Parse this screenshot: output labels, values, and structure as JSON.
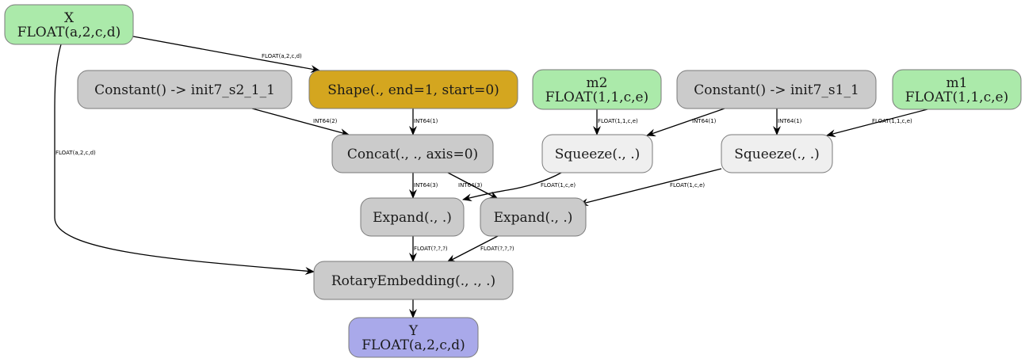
{
  "colors": {
    "input": "#abeaaa",
    "output": "#a9a9ea",
    "constant": "#cbcbcb",
    "op": "#cbcbcb",
    "shape_op": "#d4a61f",
    "squeeze": "#efefef",
    "edge": "#000000"
  },
  "nodes": {
    "x": {
      "lines": [
        "X",
        "FLOAT(a,2,c,d)"
      ],
      "kind": "input"
    },
    "const_s2": {
      "lines": [
        "Constant() -> init7_s2_1_1"
      ],
      "kind": "constant"
    },
    "shape": {
      "lines": [
        "Shape(., end=1, start=0)"
      ],
      "kind": "shape_op"
    },
    "m2": {
      "lines": [
        "m2",
        "FLOAT(1,1,c,e)"
      ],
      "kind": "input"
    },
    "const_s1": {
      "lines": [
        "Constant() -> init7_s1_1"
      ],
      "kind": "constant"
    },
    "m1": {
      "lines": [
        "m1",
        "FLOAT(1,1,c,e)"
      ],
      "kind": "input"
    },
    "concat": {
      "lines": [
        "Concat(., ., axis=0)"
      ],
      "kind": "op"
    },
    "squeeze_a": {
      "lines": [
        "Squeeze(., .)"
      ],
      "kind": "squeeze"
    },
    "squeeze_b": {
      "lines": [
        "Squeeze(., .)"
      ],
      "kind": "squeeze"
    },
    "expand_a": {
      "lines": [
        "Expand(., .)"
      ],
      "kind": "op"
    },
    "expand_b": {
      "lines": [
        "Expand(., .)"
      ],
      "kind": "op"
    },
    "rotary": {
      "lines": [
        "RotaryEmbedding(., ., .)"
      ],
      "kind": "op"
    },
    "y": {
      "lines": [
        "Y",
        "FLOAT(a,2,c,d)"
      ],
      "kind": "output"
    }
  },
  "edges": [
    {
      "id": "x-shape",
      "from": "x",
      "to": "shape",
      "label": "FLOAT(a,2,c,d)"
    },
    {
      "id": "x-rotary",
      "from": "x",
      "to": "rotary",
      "label": "FLOAT(a,2,c,d)"
    },
    {
      "id": "const_s2-concat",
      "from": "const_s2",
      "to": "concat",
      "label": "INT64(2)"
    },
    {
      "id": "shape-concat",
      "from": "shape",
      "to": "concat",
      "label": "INT64(1)"
    },
    {
      "id": "m2-squeeze_a",
      "from": "m2",
      "to": "squeeze_a",
      "label": "FLOAT(1,1,c,e)"
    },
    {
      "id": "const_s1-squeeze_a",
      "from": "const_s1",
      "to": "squeeze_a",
      "label": "INT64(1)"
    },
    {
      "id": "const_s1-squeeze_b",
      "from": "const_s1",
      "to": "squeeze_b",
      "label": "INT64(1)"
    },
    {
      "id": "m1-squeeze_b",
      "from": "m1",
      "to": "squeeze_b",
      "label": "FLOAT(1,1,c,e)"
    },
    {
      "id": "concat-expand_a",
      "from": "concat",
      "to": "expand_a",
      "label": "INT64(3)"
    },
    {
      "id": "concat-expand_b",
      "from": "concat",
      "to": "expand_b",
      "label": "INT64(3)"
    },
    {
      "id": "squeeze_a-expand_a",
      "from": "squeeze_a",
      "to": "expand_a",
      "label": "FLOAT(1,c,e)"
    },
    {
      "id": "squeeze_b-expand_b",
      "from": "squeeze_b",
      "to": "expand_b",
      "label": "FLOAT(1,c,e)"
    },
    {
      "id": "expand_a-rotary",
      "from": "expand_a",
      "to": "rotary",
      "label": "FLOAT(?,?,?)"
    },
    {
      "id": "expand_b-rotary",
      "from": "expand_b",
      "to": "rotary",
      "label": "FLOAT(?,?,?)"
    },
    {
      "id": "rotary-y",
      "from": "rotary",
      "to": "y",
      "label": ""
    }
  ]
}
